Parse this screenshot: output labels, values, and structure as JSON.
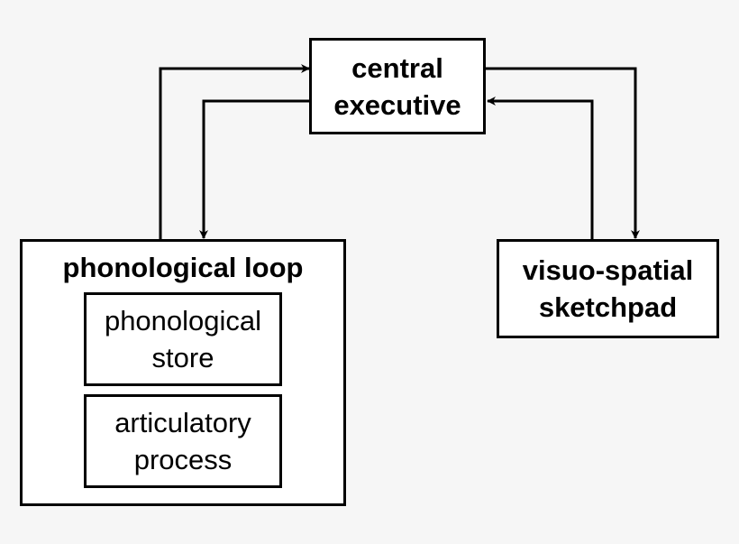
{
  "diagram": {
    "central_executive": {
      "line1": "central",
      "line2": "executive"
    },
    "phonological_loop": {
      "title": "phonological loop"
    },
    "phonological_store": {
      "line1": "phonological",
      "line2": "store"
    },
    "articulatory_process": {
      "line1": "articulatory",
      "line2": "process"
    },
    "visuo_spatial_sketchpad": {
      "line1": "visuo-spatial",
      "line2": "sketchpad"
    }
  }
}
